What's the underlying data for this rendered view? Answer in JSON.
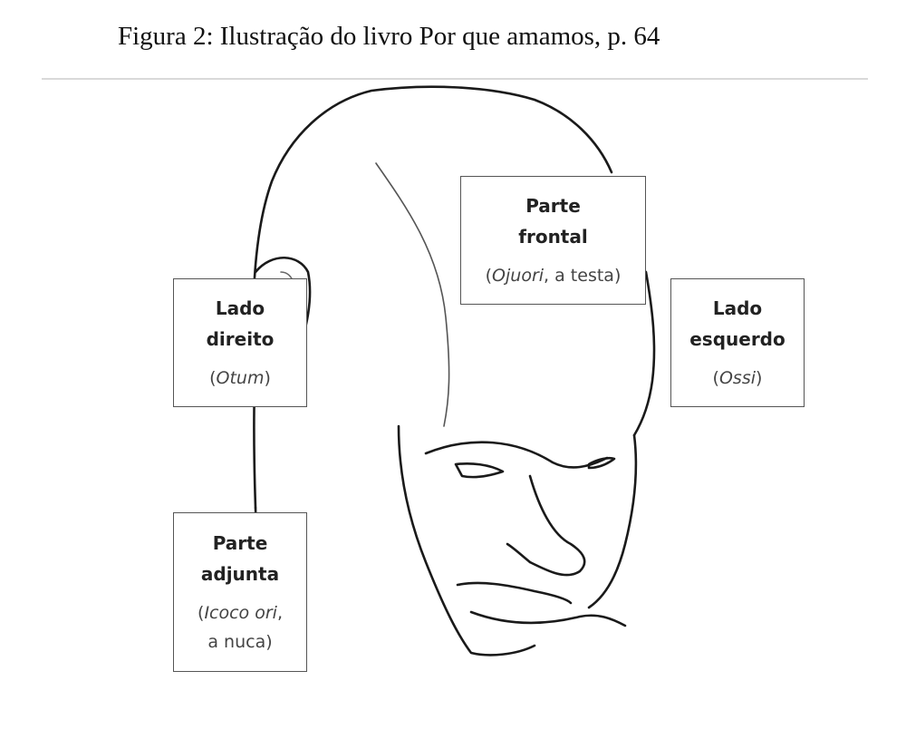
{
  "caption": "Figura 2: Ilustração do livro Por que amamos, p. 64",
  "labels": {
    "frontal": {
      "title": "Parte\nfrontal",
      "sub_italic": "Ojuori",
      "sub_rest": ", a testa)"
    },
    "direito": {
      "title": "Lado\ndireito",
      "sub_italic": "Otum",
      "sub_rest": ")"
    },
    "esquerdo": {
      "title": "Lado\nesquerdo",
      "sub_italic": "Ossi",
      "sub_rest": ")"
    },
    "adjunta": {
      "title": "Parte\nadjunta",
      "sub_italic": "Icoco ori",
      "sub_rest": ",\na nuca)"
    }
  },
  "open_paren": "("
}
